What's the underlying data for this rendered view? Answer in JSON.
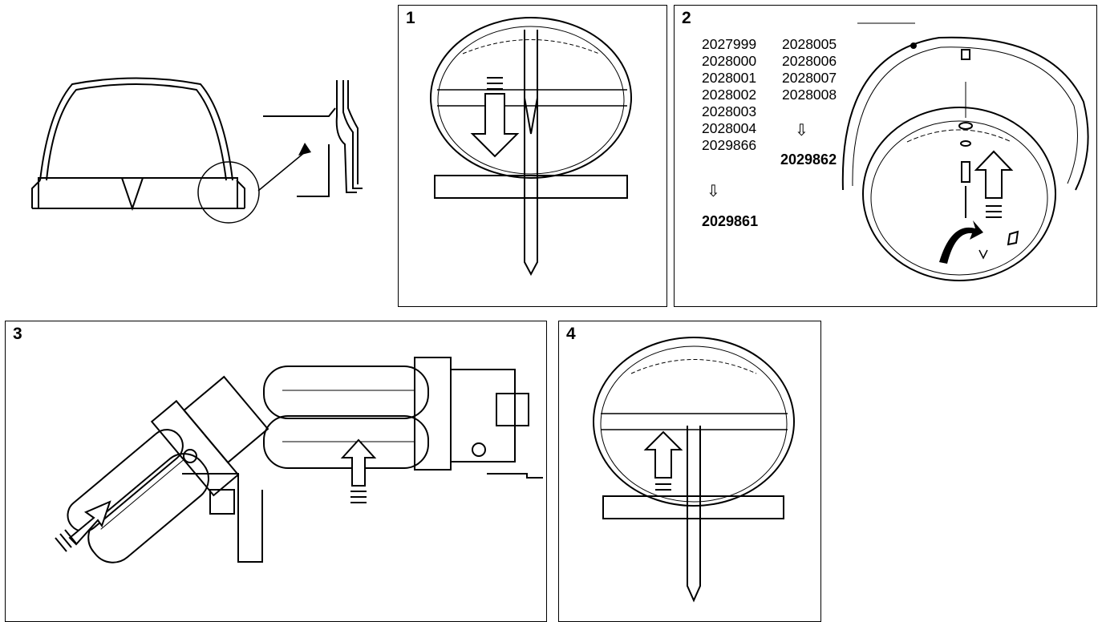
{
  "panels": {
    "p1": {
      "number": "1"
    },
    "p2": {
      "number": "2"
    },
    "p3": {
      "number": "3"
    },
    "p4": {
      "number": "4"
    }
  },
  "codes": {
    "left_column": [
      "2027999",
      "2028000",
      "2028001",
      "2028002",
      "2028003",
      "2028004",
      "2029866"
    ],
    "right_column": [
      "2028005",
      "2028006",
      "2028007",
      "2028008"
    ],
    "left_result": "2029861",
    "right_result": "2029862",
    "arrow_glyph": "⇩"
  }
}
